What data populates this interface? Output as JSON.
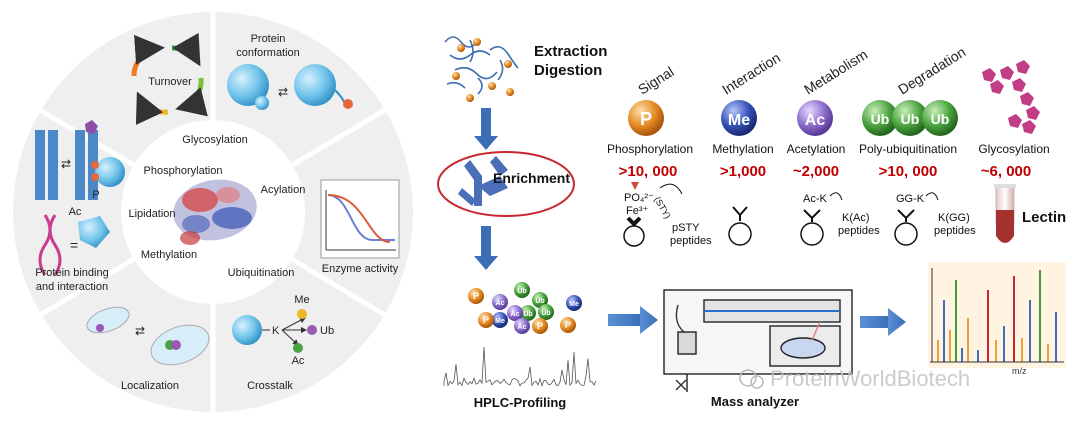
{
  "left_panel": {
    "segments": [
      "Turnover",
      "Protein conformation",
      "Protein binding and interaction",
      "Localization",
      "Crosstalk",
      "Enzyme activity"
    ],
    "center_labels": [
      "Glycosylation",
      "Phosphorylation",
      "Acylation",
      "Lipidation",
      "Methylation",
      "Ubiquitination"
    ],
    "ptm_tags": {
      "ac": "Ac",
      "p": "P",
      "k": "K",
      "me": "Me",
      "ub": "Ub",
      "ac2": "Ac"
    }
  },
  "workflow": {
    "step1_line1": "Extraction",
    "step1_line2": "Digestion",
    "step2": "Enrichment",
    "step3": "HPLC-Profiling",
    "step4": "Mass analyzer",
    "watermark": "ProteinWorldBiotech",
    "spectrum_axis": "m/z"
  },
  "ptm_types": [
    {
      "category": "Signal",
      "badge": "P",
      "name": "Phosphorylation",
      "count": ">10, 000",
      "color": "#e0892a",
      "probe_a": "PO₄²⁻",
      "probe_b": "Fe³⁺",
      "probe_c": "(STY)",
      "peptides": "pSTY\npeptides"
    },
    {
      "category": "Interaction",
      "badge": "Me",
      "name": "Methylation",
      "count": ">1,000",
      "color": "#3a56b8"
    },
    {
      "category": "Metabolism",
      "badge": "Ac",
      "name": "Acetylation",
      "count": "~2,000",
      "color": "#8a68c8",
      "probe_a": "Ac-K",
      "peptides": "K(Ac)\npeptides"
    },
    {
      "category": "Degradation",
      "badge": "Ub",
      "name": "Poly-ubiquitination",
      "count": ">10, 000",
      "color": "#3f9a3a",
      "probe_a": "GG-K",
      "peptides": "K(GG)\npeptides"
    },
    {
      "category": "",
      "badge": "",
      "name": "Glycosylation",
      "count": "~6, 000",
      "color": "#c23c86",
      "extra": "Lectin"
    }
  ],
  "beads": [
    "P",
    "Ac",
    "Ub",
    "Ub",
    "Ub",
    "Ub",
    "Me",
    "Ac",
    "P",
    "P",
    "Me",
    "P",
    "Ac"
  ]
}
